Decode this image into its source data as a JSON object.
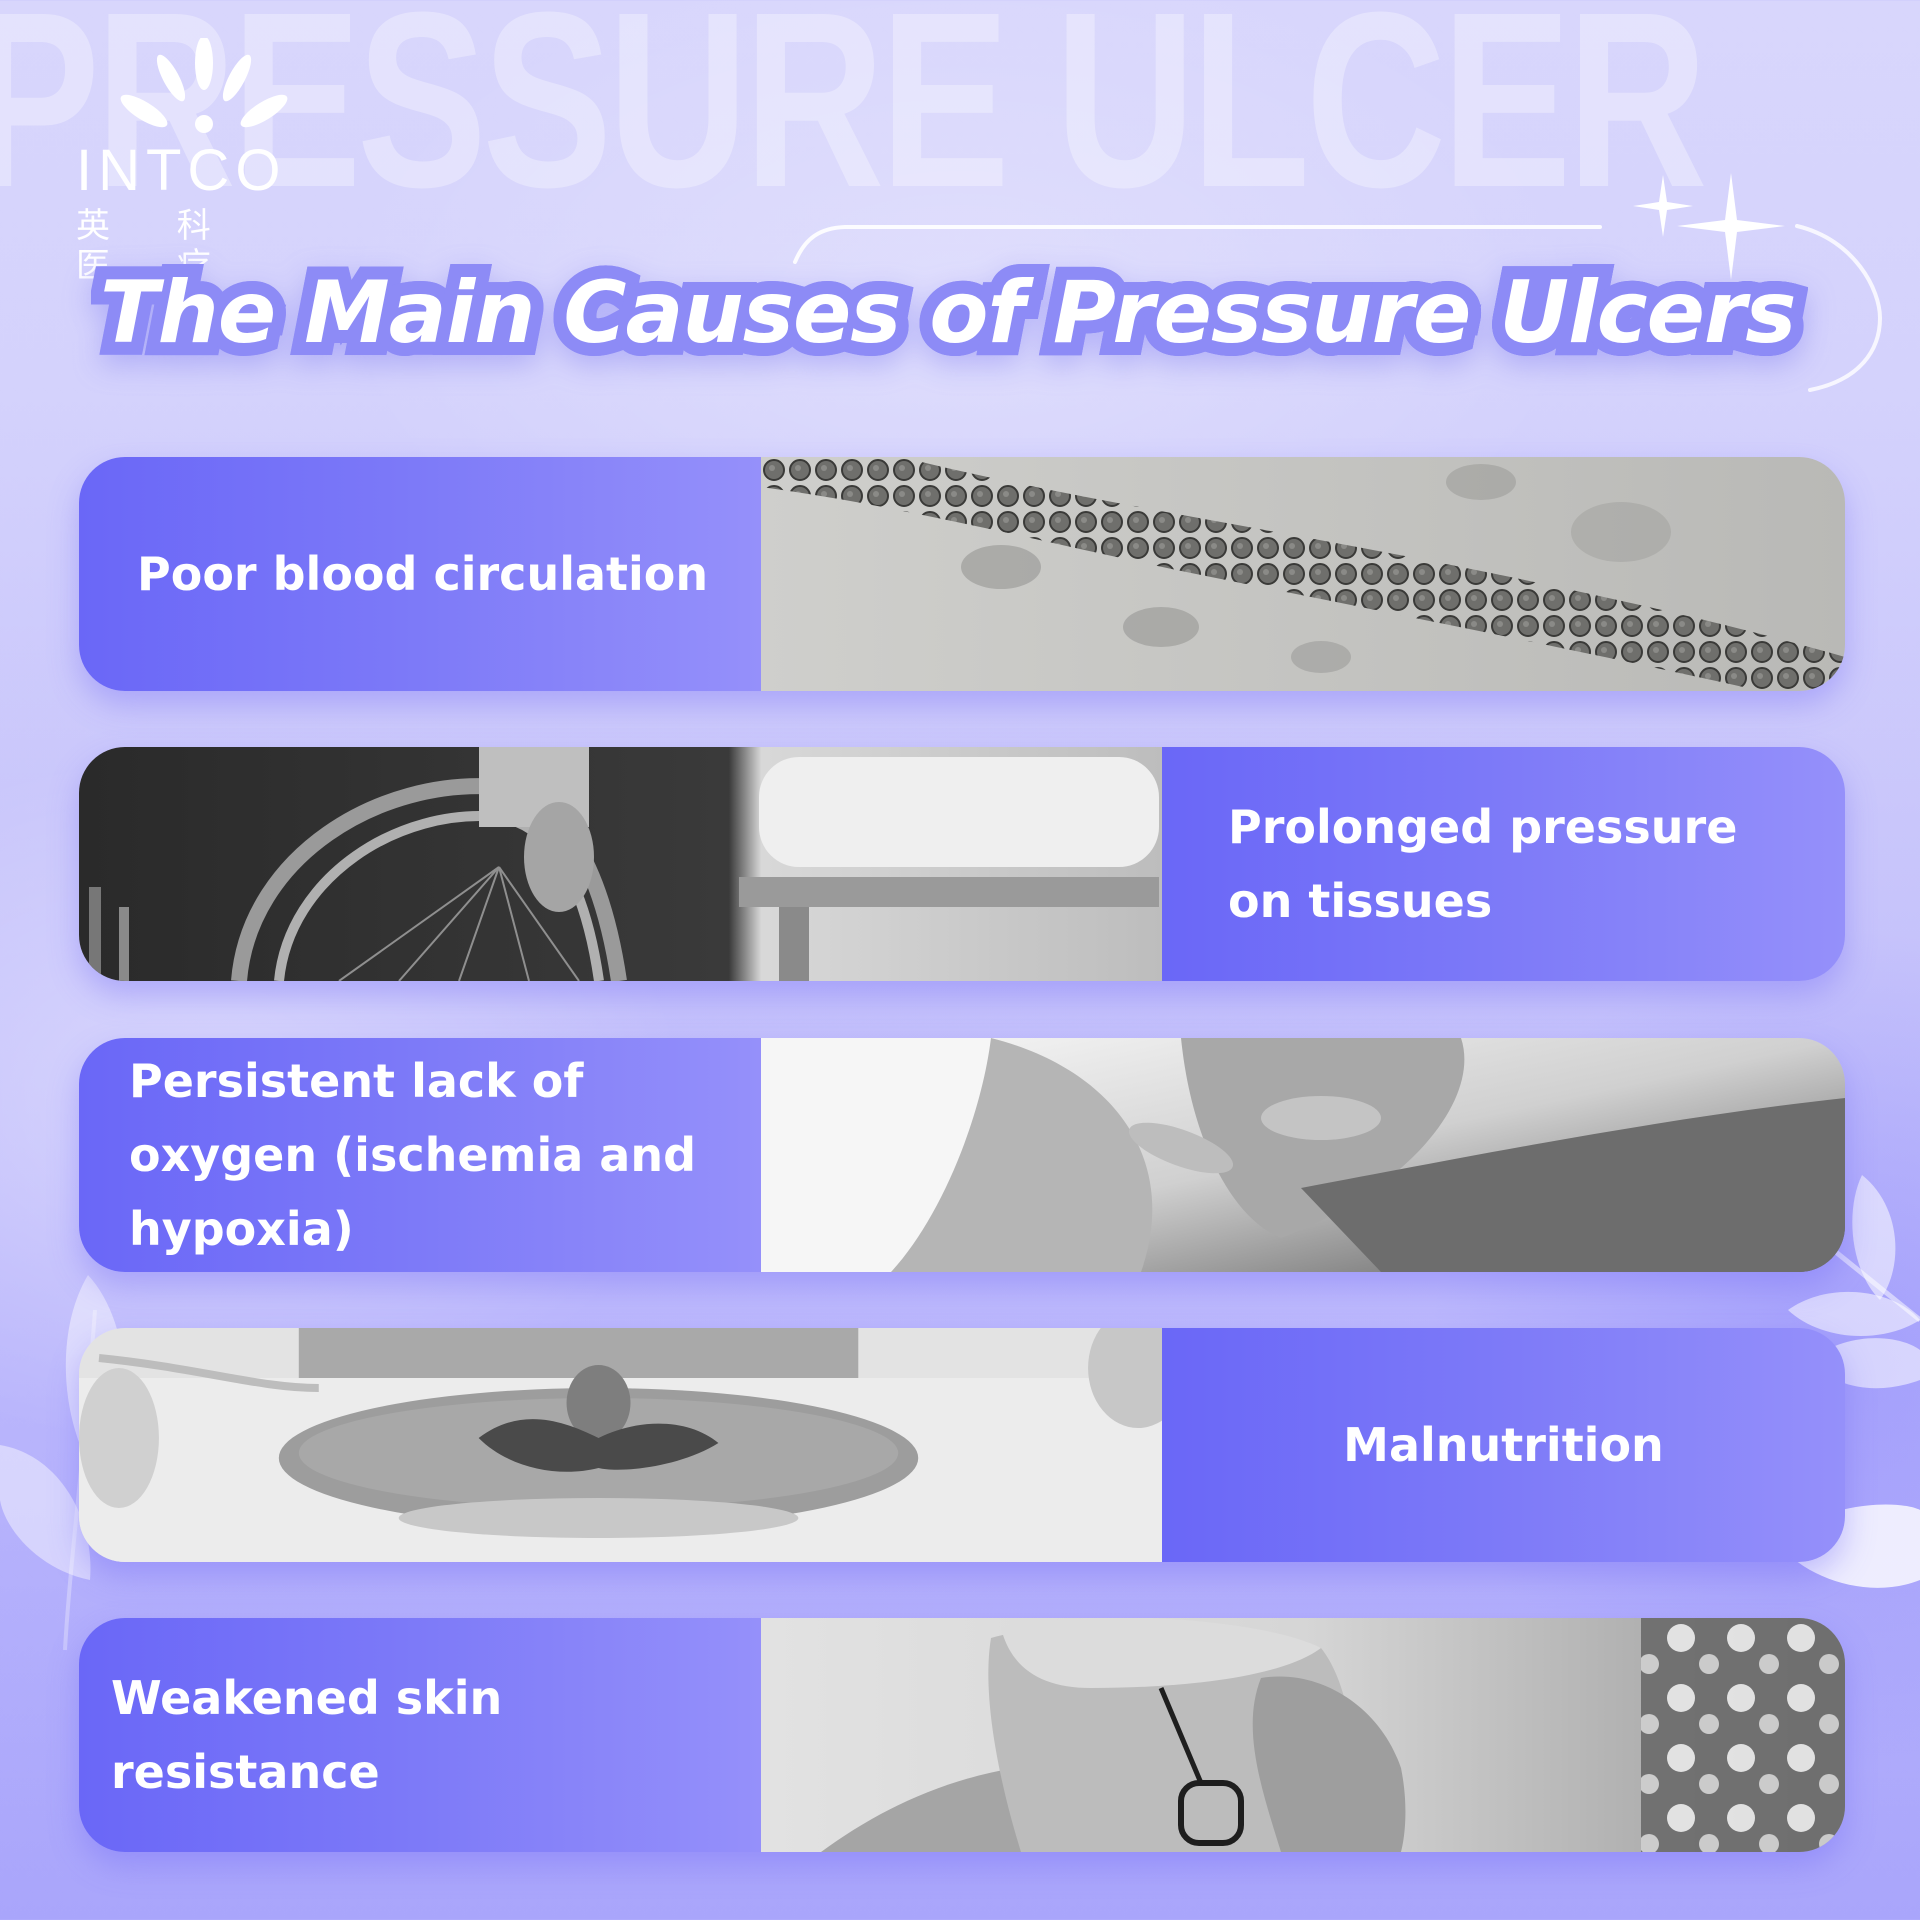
{
  "watermark": {
    "text": "PRESSURE ULCER"
  },
  "logo": {
    "brand": "INTCO",
    "chinese": "英 科 医 疗"
  },
  "title": {
    "text": "The Main Causes of Pressure Ulcers"
  },
  "colors": {
    "accent": "#6a67f7",
    "accent_light": "#9590fa",
    "title_stroke": "#8d8bf6",
    "background_top": "#d8d6fc",
    "background_bottom": "#a9a5fb"
  },
  "causes": [
    {
      "label": "Poor blood circulation",
      "layout": "text-left",
      "image": "microscopic-blood-cells-photo"
    },
    {
      "label": "Prolonged pressure on tissues",
      "layout": "text-right",
      "image": "wheelchair-hospital-bed-photo"
    },
    {
      "label": "Persistent lack of oxygen (ischemia and hypoxia)",
      "layout": "text-left",
      "image": "hands-squeezing-leg-photo"
    },
    {
      "label": "Malnutrition",
      "layout": "text-right",
      "image": "plate-with-small-salad-photo"
    },
    {
      "label": "Weakened skin resistance",
      "layout": "text-left",
      "image": "elderly-woman-holding-head-photo"
    }
  ]
}
